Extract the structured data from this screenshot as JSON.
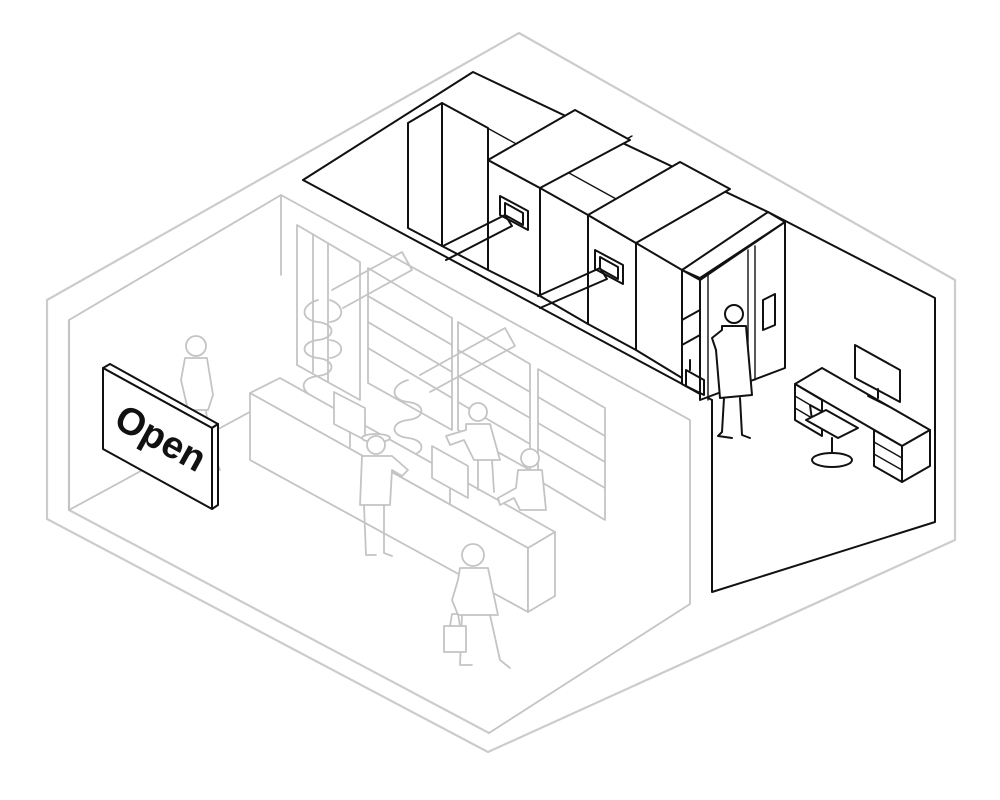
{
  "sign": {
    "text": "Open"
  },
  "colors": {
    "outline_grey": "#cccccc",
    "ink": "#111111",
    "background": "#ffffff"
  },
  "scene": {
    "rooms": [
      "customer-hall",
      "vault-room",
      "server-room"
    ],
    "people": [
      "woman-walking",
      "customer-with-hat",
      "teller-standing",
      "teller-seated",
      "visitor-with-bag",
      "technician"
    ]
  }
}
